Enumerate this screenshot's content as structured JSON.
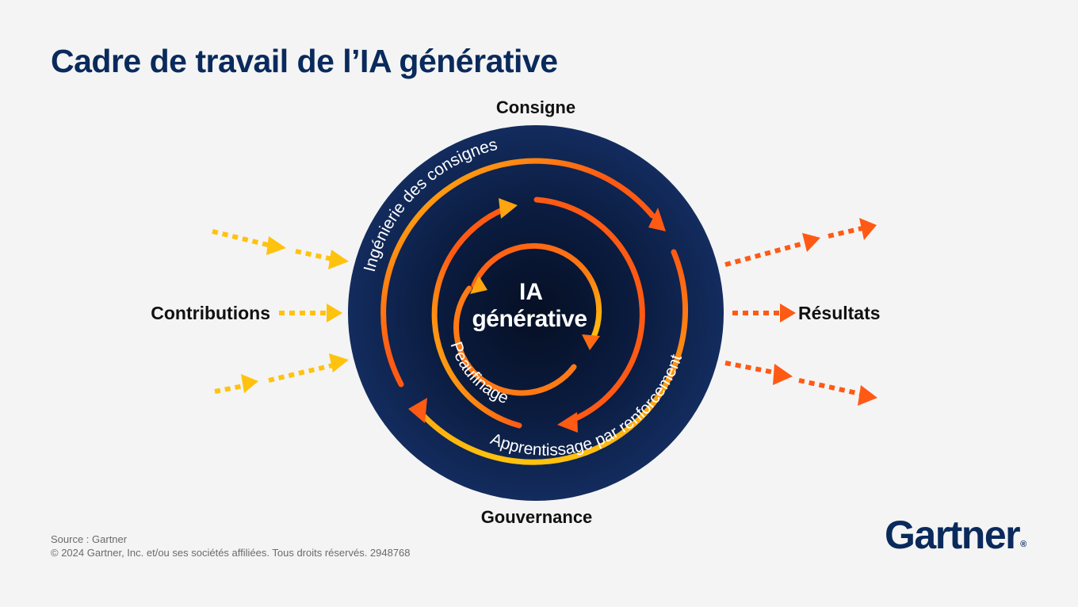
{
  "title": "Cadre de travail de l’IA générative",
  "diagram": {
    "top_label": "Consigne",
    "bottom_label": "Gouvernance",
    "left_label": "Contributions",
    "right_label": "Résultats",
    "center_line1": "IA",
    "center_line2": "générative",
    "outer_arc_label": "Ingénierie des consignes",
    "right_arc_label": "Apprentissage par renforcement",
    "inner_arc_label": "Peaufinage"
  },
  "colors": {
    "navy": "#0a2a5c",
    "circle_dark": "#081633",
    "circle_mid": "#122b5c",
    "orange": "#ff5a14",
    "yellow": "#ffc20e",
    "text_dark": "#111111"
  },
  "footer": {
    "source": "Source : Gartner",
    "copyright": "© 2024 Gartner, Inc. et/ou ses sociétés affiliées. Tous droits réservés. 2948768"
  },
  "logo": {
    "text": "Gartner",
    "mark": "®"
  }
}
